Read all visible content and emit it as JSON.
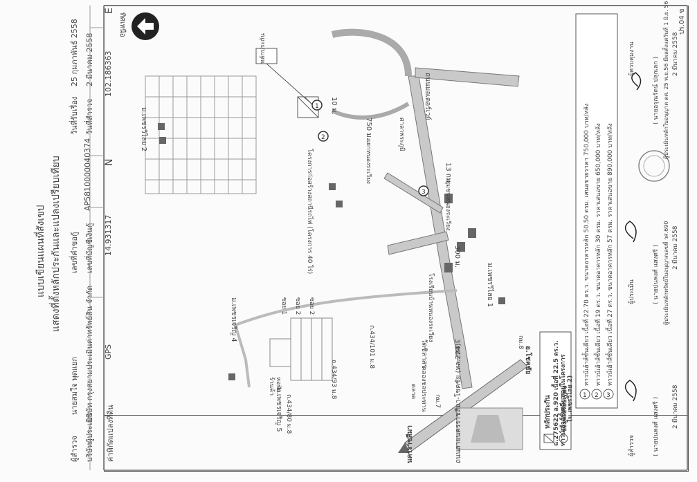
{
  "header": {
    "form_no": "ปร.04 ข",
    "title_line1": "แบบเขียนแผนที่สังเขป",
    "title_line2": "แสดงที่ตั้งหลักประกันและแปลงเปรียบเทียบ",
    "surveyor_label": "ผู้สำรวจ",
    "surveyor_name": "นายสมใจ พุดแยก",
    "company_label": "บริษัทผู้ประเมิน",
    "company_name": "บริษัท กรุงสยามประเมินค่าทรัพย์สิน จำกัด",
    "borrower_label": "เลขที่คำขอกู้",
    "account_label": "เลขที่บัญชีเงินกู้",
    "account_no": "AP5810000040374",
    "received_label": "วันที่รับเรื่อง",
    "received_date": "25 กุมภาพันธ์ 2558",
    "survey_label": "วันที่สำรวจ",
    "survey_date": "2 มีนาคม 2558",
    "gps_label": "GPS",
    "lat": "14.931317",
    "n": "N",
    "lon": "102.186363",
    "e": "E",
    "plot_label": "ค่าพิกัดแปลงที่ดิน"
  },
  "map": {
    "north": "ทิศเหนือ",
    "collateral_tag": "หลักประกัน",
    "dist_10": "10 ม.",
    "dist_750": "750 ม.",
    "dist_13": "13 กม.",
    "dist_300": "300 ม.",
    "dist_3": "3 กม.",
    "road_main": "ถนนสายนครราชสีมา-โชคชัย (ทล.224)",
    "to_nakhon": "นครราชสีมา",
    "to_chokchai": "อ.โชคชัย",
    "km7": "กม.7",
    "km8": "กม.8",
    "motorway": "ถนนมอเตอร์เวย์",
    "village2": "ม.เพชรวิไลย 2",
    "village1": "ม.เพชรวิไลย 1",
    "village4": "ม.เพชรเจริญ 4",
    "village5": "ม.เพชรเจริญ 5",
    "project": "โครงการก่อสร้างสถานีรถไฟ (โครงการ 40 ไร่)",
    "school": "โรงเรียนบ้านหนองระเวียง",
    "temple": "วัดซิลาสร",
    "road_434": "ถ.434/101 ม.8",
    "road_434b": "ถ.434/93 ม.8",
    "road_434c": "ถ.434/80 ม.8",
    "soi1": "ซอย 1",
    "soi2": "ซอย 2",
    "soi3": "ซอย 2",
    "shop": "ร้านค้า",
    "dorm": "หอพัก",
    "market": "ตลาด",
    "canal": "คลองชลประทาน",
    "bridge": "ชุมชนหนองระเวียง",
    "intersection": "แยกหนองระเวียง",
    "kt_building": "ศาลาพระภูมิ"
  },
  "legend": {
    "collateral": "หลักประกัน",
    "collateral_detail": "ฉ.275622 ล.920 เนื้อที่ 22.5 ตร.ว.",
    "collateral_type": "ทาวน์เฮ้าส์ชั้นเดียว อยู่ในโครงการ",
    "collateral_project": "(ม.เพชรวิไลย 2)",
    "compare": "ข้อมูลเปรียบเทียบ"
  },
  "comparisons": [
    {
      "no": "1",
      "text": "ทาวน์เฮ้าส์ชั้นเดียว เนื้อที่ 22.70 ตร.ว. ขนาดอาคารหลัก 50.50 ตรม. เสนอขายราคา 750,000 บาท/หลัง"
    },
    {
      "no": "2",
      "text": "ทาวน์เฮ้าส์ชั้นเดียว เนื้อที่ 19 ตร.ว. ขนาดอาคารหลัก 30 ตรม. ราคาเสนอขาย 650,000 บาท/หลัง"
    },
    {
      "no": "3",
      "text": "ทาวน์เฮ้าส์ชั้นเดียว เนื้อที่ 27 ตร.ว. ขนาดอาคารหลัก 57 ตรม. ราคาเสนอขาย 890,000 บาท/หลัง"
    }
  ],
  "signatures": {
    "left_role": "ผู้สำรวจ",
    "left_name": "( นายปนพงศ์ แสงศรี )",
    "left_date": "2 มีนาคม 2558",
    "mid_role": "ผู้ประเมิน",
    "mid_name": "( นายปนพงศ์ แสงศรี )",
    "mid_license": "ผู้ประเมินหลักทรัพย์ใบอนุญาตเลขที่ วศ.690",
    "mid_date": "2 มีนาคม 2558",
    "right_role": "ผู้ควบคุมงาน",
    "right_name": "( นายอรุณรัตน์ ปลุกเลก )",
    "right_license": "ผู้ประเมินหลักใบอนุญาต ตศ. 25 พ.ย.56 มีผลตั้งแต่วันที่ 1 มิ.ย. 56",
    "right_date": "2 มีนาคม 2558"
  }
}
